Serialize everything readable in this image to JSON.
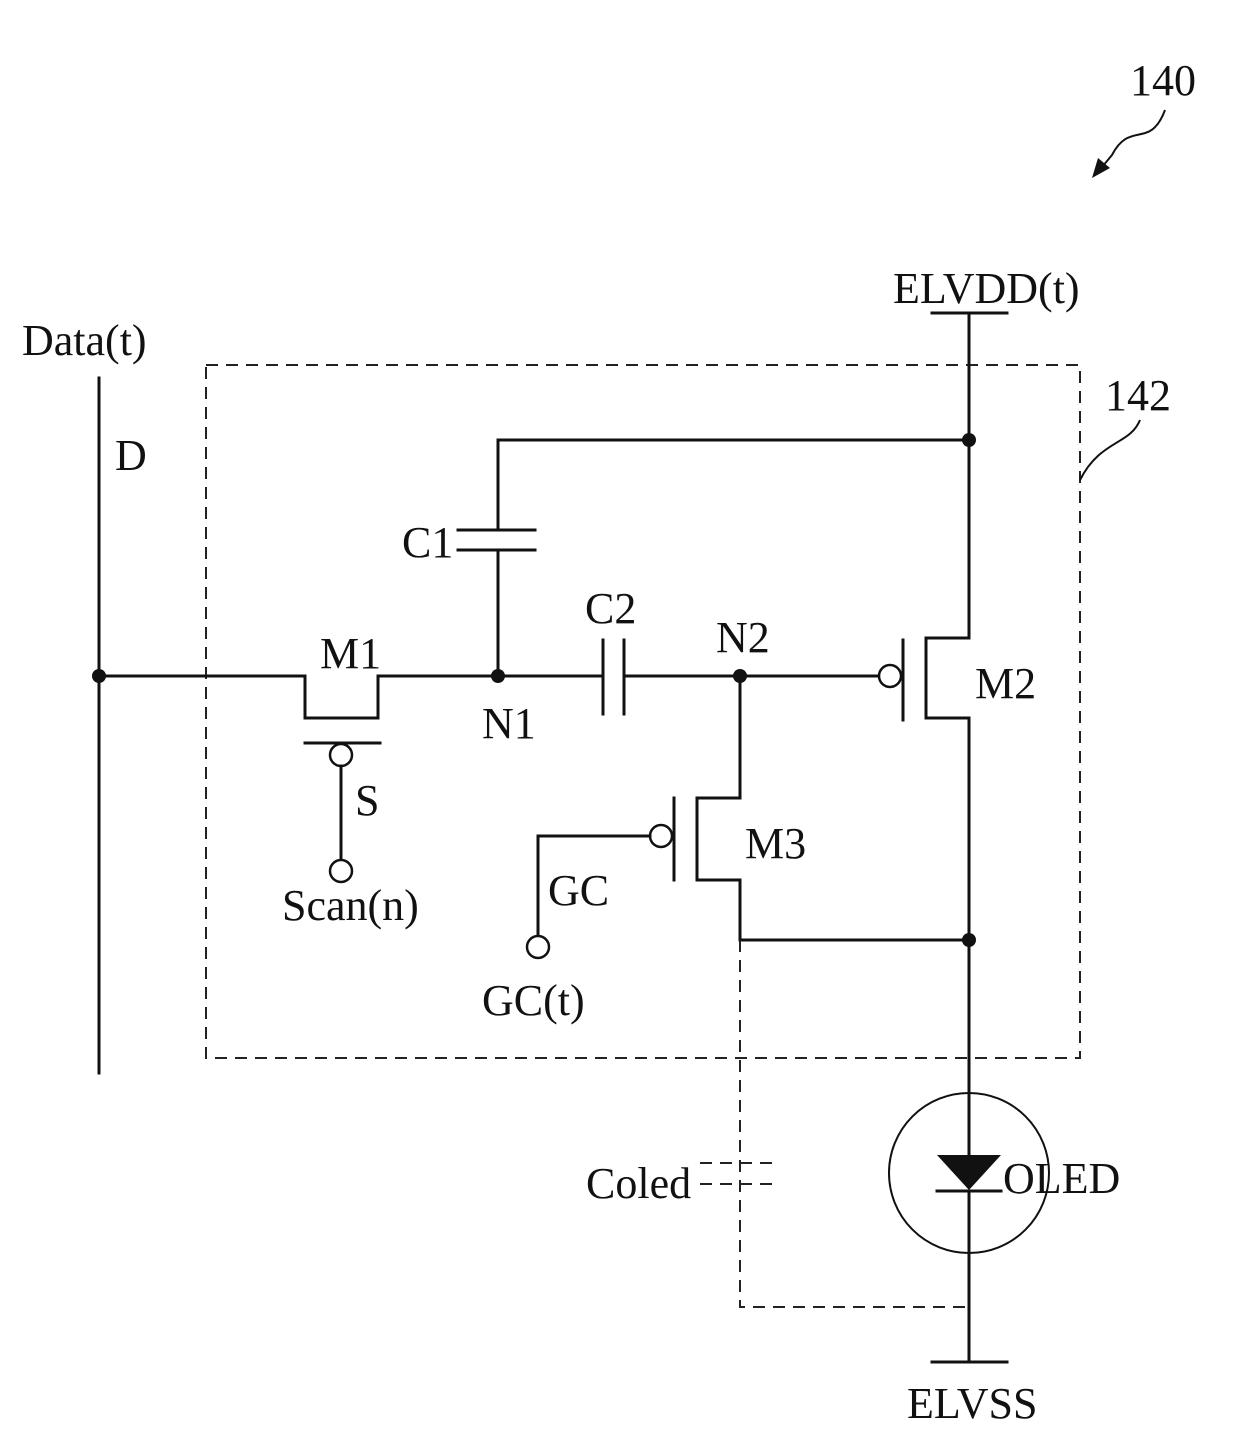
{
  "figure": {
    "ref_number": "140",
    "block_ref": "142"
  },
  "labels": {
    "data_line": "Data(t)",
    "data_node": "D",
    "elvdd": "ELVDD(t)",
    "elvss": "ELVSS",
    "c1": "C1",
    "c2": "C2",
    "m1": "M1",
    "m2": "M2",
    "m3": "M3",
    "n1": "N1",
    "n2": "N2",
    "s": "S",
    "scan": "Scan(n)",
    "gc": "GC",
    "gc_input": "GC(t)",
    "coled": "Coled",
    "oled": "OLED"
  }
}
